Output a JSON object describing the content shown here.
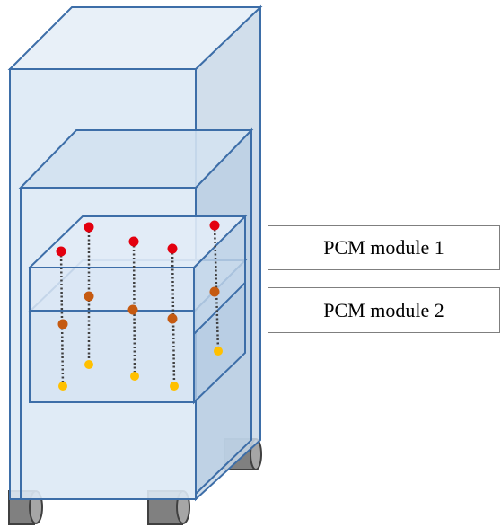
{
  "labels": {
    "module_1": "PCM module 1",
    "module_2": "PCM module 2"
  },
  "colors": {
    "cabinet_fill": "#dde9f5",
    "cabinet_stroke": "#3d6ea8",
    "side_fill": "#c9d8e8",
    "top_fill": "#e8f0f8",
    "wheel_fill": "#808080",
    "sensor_top": "#e3000f",
    "sensor_middle": "#c55a11",
    "sensor_bottom": "#ffc000",
    "probe_line": "#404040"
  },
  "sensors": {
    "probe_count": 5,
    "levels": [
      "top",
      "middle",
      "bottom"
    ]
  }
}
